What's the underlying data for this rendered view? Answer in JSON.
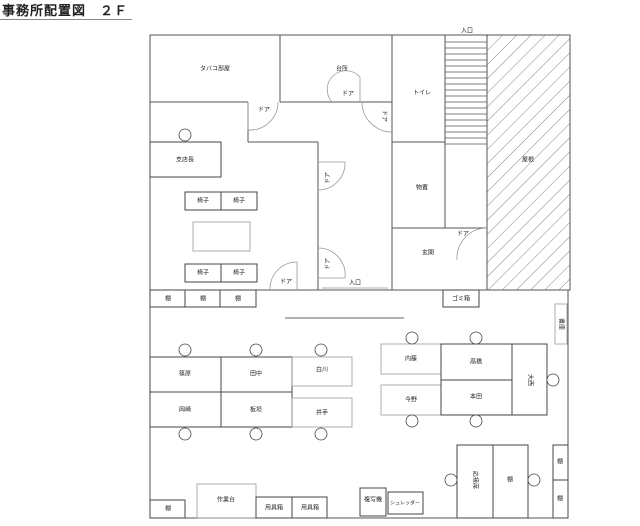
{
  "title": "事務所配置図　２Ｆ",
  "rooms": {
    "tobacco": "タバコ部屋",
    "kitchen": "台所",
    "toilet": "トイレ",
    "storage": "物置",
    "entrance_hall": "玄関",
    "roof": "屋根",
    "entrance_top": "入口",
    "entrance_mid": "入口",
    "door": "ドア"
  },
  "furniture": {
    "branch_manager": "支店長",
    "chair": "椅子",
    "shelf": "棚",
    "trash": "ゴミ箱",
    "workbench": "作業台",
    "tool_box": "用具箱",
    "copier": "複写機",
    "shredder": "シュレッダー",
    "right_cabinet": "書庫",
    "reception": "応接席",
    "side_table": "棚",
    "right_shelf": "棚"
  },
  "desks": {
    "shinohara": "篠原",
    "tanaka": "田中",
    "shirakawa": "白川",
    "okazaki": "岡崎",
    "itagaki": "板垣",
    "ide": "井手",
    "naito": "内藤",
    "konno": "今野",
    "takahashi": "高橋",
    "honda": "本田",
    "onishi": "大西"
  }
}
